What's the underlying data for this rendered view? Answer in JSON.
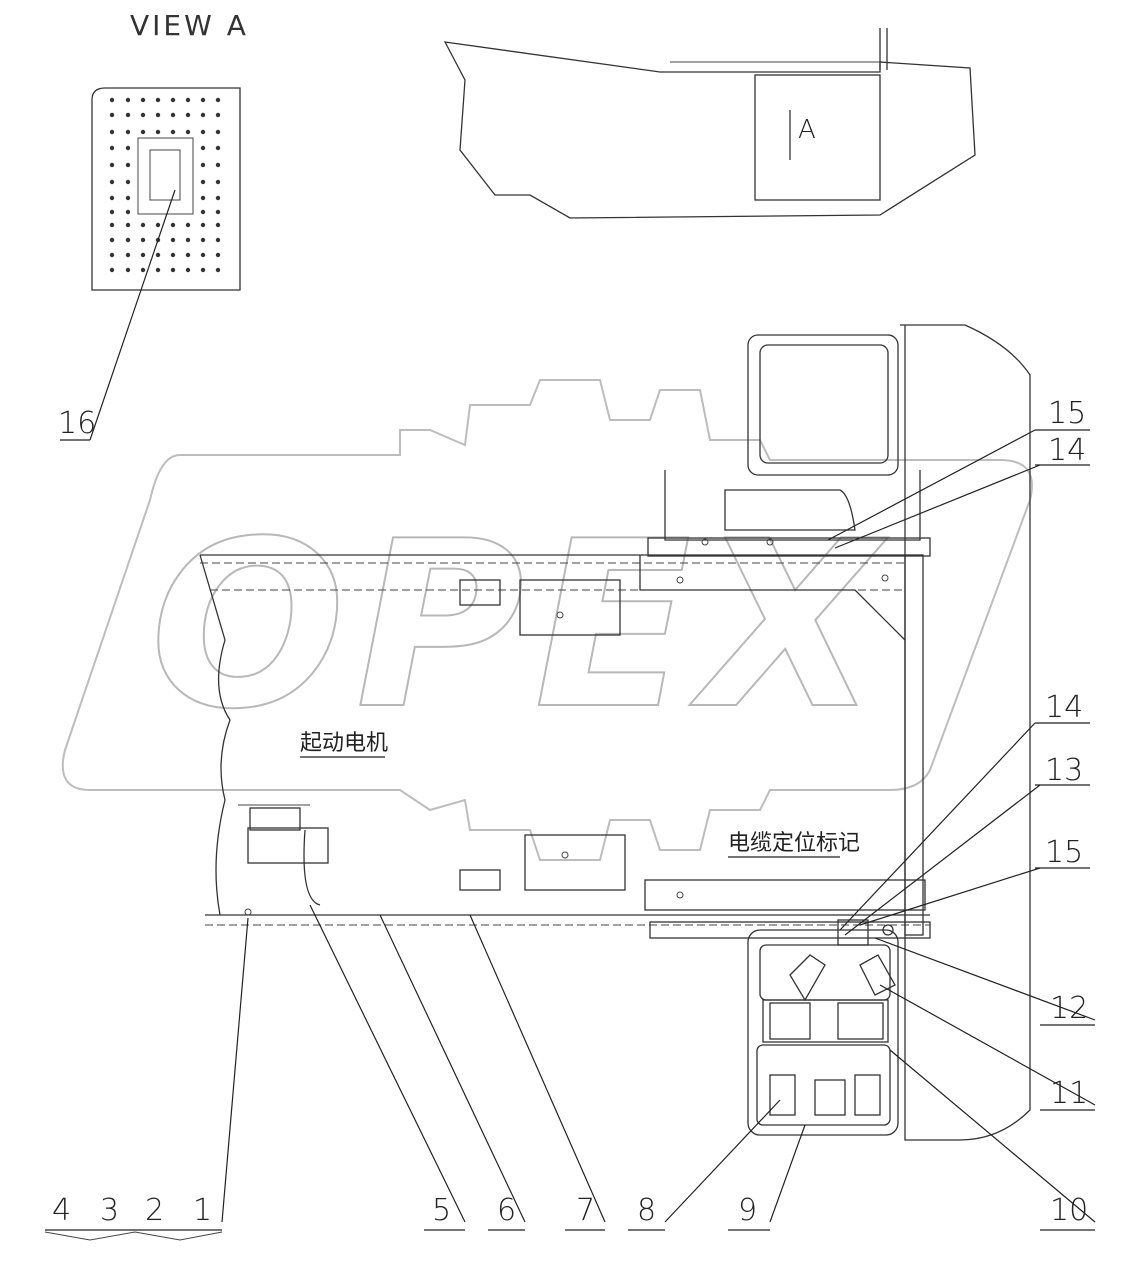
{
  "view_title": "VIEW A",
  "view_marker": "A",
  "watermark": "OPEX",
  "annotations": {
    "starter_motor": "起动电机",
    "cable_position_mark": "电缆定位标记"
  },
  "part_numbers": {
    "p1": "1",
    "p2": "2",
    "p3": "3",
    "p4": "4",
    "p5": "5",
    "p6": "6",
    "p7": "7",
    "p8": "8",
    "p9": "9",
    "p10": "10",
    "p11": "11",
    "p12": "12",
    "p13": "13",
    "p14a": "14",
    "p14b": "14",
    "p15a": "15",
    "p15b": "15",
    "p16": "16"
  }
}
